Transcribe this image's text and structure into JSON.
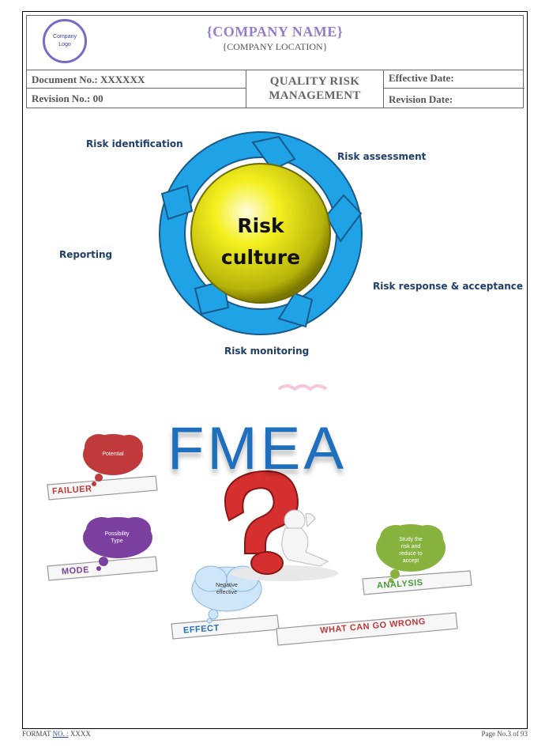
{
  "header": {
    "logo_line1": "Company",
    "logo_line2": "Logo",
    "company_name": "{COMPANY NAME}",
    "company_location": "{COMPANY LOCATION}",
    "document_no": "Document No.: XXXXXX",
    "revision_no": "Revision No.: 00",
    "title_line1": "QUALITY RISK",
    "title_line2": "MANAGEMENT",
    "effective_date": "Effective Date:",
    "revision_date": "Revision Date:"
  },
  "risk_cycle": {
    "identification": "Risk identification",
    "assessment": "Risk assessment",
    "reporting": "Reporting",
    "response": "Risk response & acceptance",
    "monitoring": "Risk monitoring",
    "center_line1": "Risk",
    "center_line2": "culture",
    "colors": {
      "arrow": "#1fa3e6",
      "sphere": "#f4f01f"
    }
  },
  "fmea": {
    "title": "FMEA",
    "failure_cloud": "Potential",
    "failure_tag": "FAILUER",
    "mode_cloud_line1": "Possibility",
    "mode_cloud_line2": "Type",
    "mode_tag": "MODE",
    "effect_cloud_line1": "Negative",
    "effect_cloud_line2": "effective",
    "effect_tag": "EFFECT",
    "analysis_cloud_line1": "Study the",
    "analysis_cloud_line2": "risk and",
    "analysis_cloud_line3": "reduce to",
    "analysis_cloud_line4": "accept",
    "analysis_tag": "ANALYSIS",
    "wrong_tag": "WHAT CAN GO WRONG",
    "colors": {
      "title": "#1f6fbf",
      "failure": "#c0393b",
      "mode": "#7b3fa0",
      "effect": "#2a6db5",
      "analysis": "#4a9a3a"
    }
  },
  "footer": {
    "format_prefix": "FORMAT ",
    "format_no": "NO. :",
    "format_value": " XXXX",
    "page": "Page No.3 of 93"
  }
}
